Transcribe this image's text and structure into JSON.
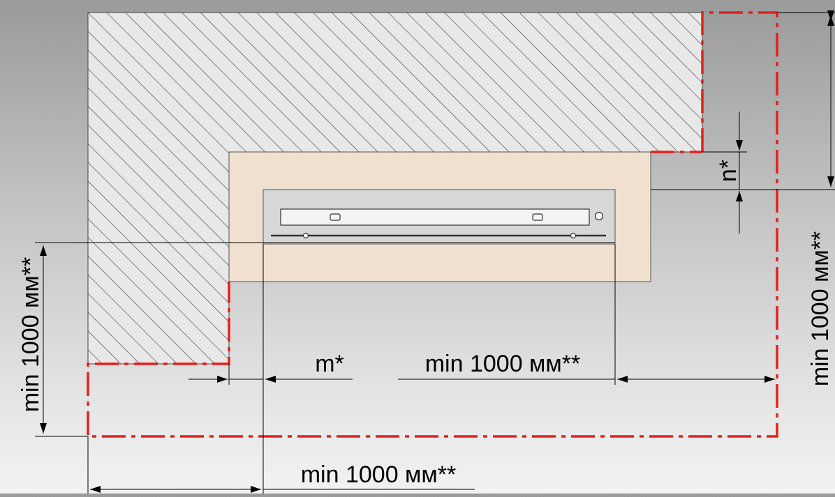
{
  "diagram": {
    "labels": {
      "m": "m*",
      "n": "n*",
      "right_horizontal": "min 1000 мм**",
      "bottom_horizontal": "min 1000 мм**",
      "left_vertical": "min 1000 мм**",
      "right_vertical": "min 1000 мм**"
    },
    "colors": {
      "background_top": "#9a9a9a",
      "background_bottom": "#f2f2f2",
      "wall_fill": "#e8e8e8",
      "hatch": "#3a3a3a",
      "niche_fill": "#f0e0cf",
      "unit_fill": "#d7d7d7",
      "clearance_zone": "#e3201b"
    }
  }
}
